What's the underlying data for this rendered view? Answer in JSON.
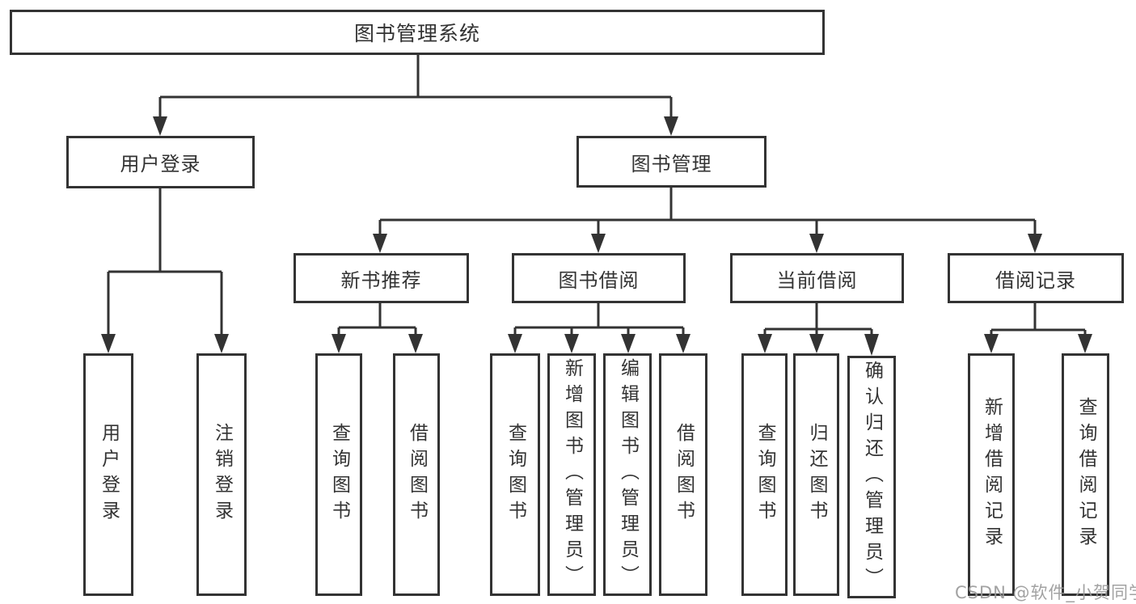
{
  "tree": {
    "label": "图书管理系统",
    "children": [
      {
        "label": "用户登录",
        "children": [
          {
            "label": "用户登录"
          },
          {
            "label": "注销登录"
          }
        ]
      },
      {
        "label": "图书管理",
        "children": [
          {
            "label": "新书推荐",
            "children": [
              {
                "label": "查询图书"
              },
              {
                "label": "借阅图书"
              }
            ]
          },
          {
            "label": "图书借阅",
            "children": [
              {
                "label": "查询图书"
              },
              {
                "label": "新增图书（管理员）"
              },
              {
                "label": "编辑图书（管理员）"
              },
              {
                "label": "借阅图书"
              }
            ]
          },
          {
            "label": "当前借阅",
            "children": [
              {
                "label": "查询图书"
              },
              {
                "label": "归还图书"
              },
              {
                "label": "确认归还（管理员）"
              }
            ]
          },
          {
            "label": "借阅记录",
            "children": [
              {
                "label": "新增借阅记录"
              },
              {
                "label": "查询借阅记录"
              }
            ]
          }
        ]
      }
    ]
  },
  "watermark": {
    "text": "CSDN @软件_小贺同学"
  },
  "colors": {
    "line": "#333333",
    "text": "#333333",
    "background": "#ffffff",
    "watermark": "#989898"
  }
}
